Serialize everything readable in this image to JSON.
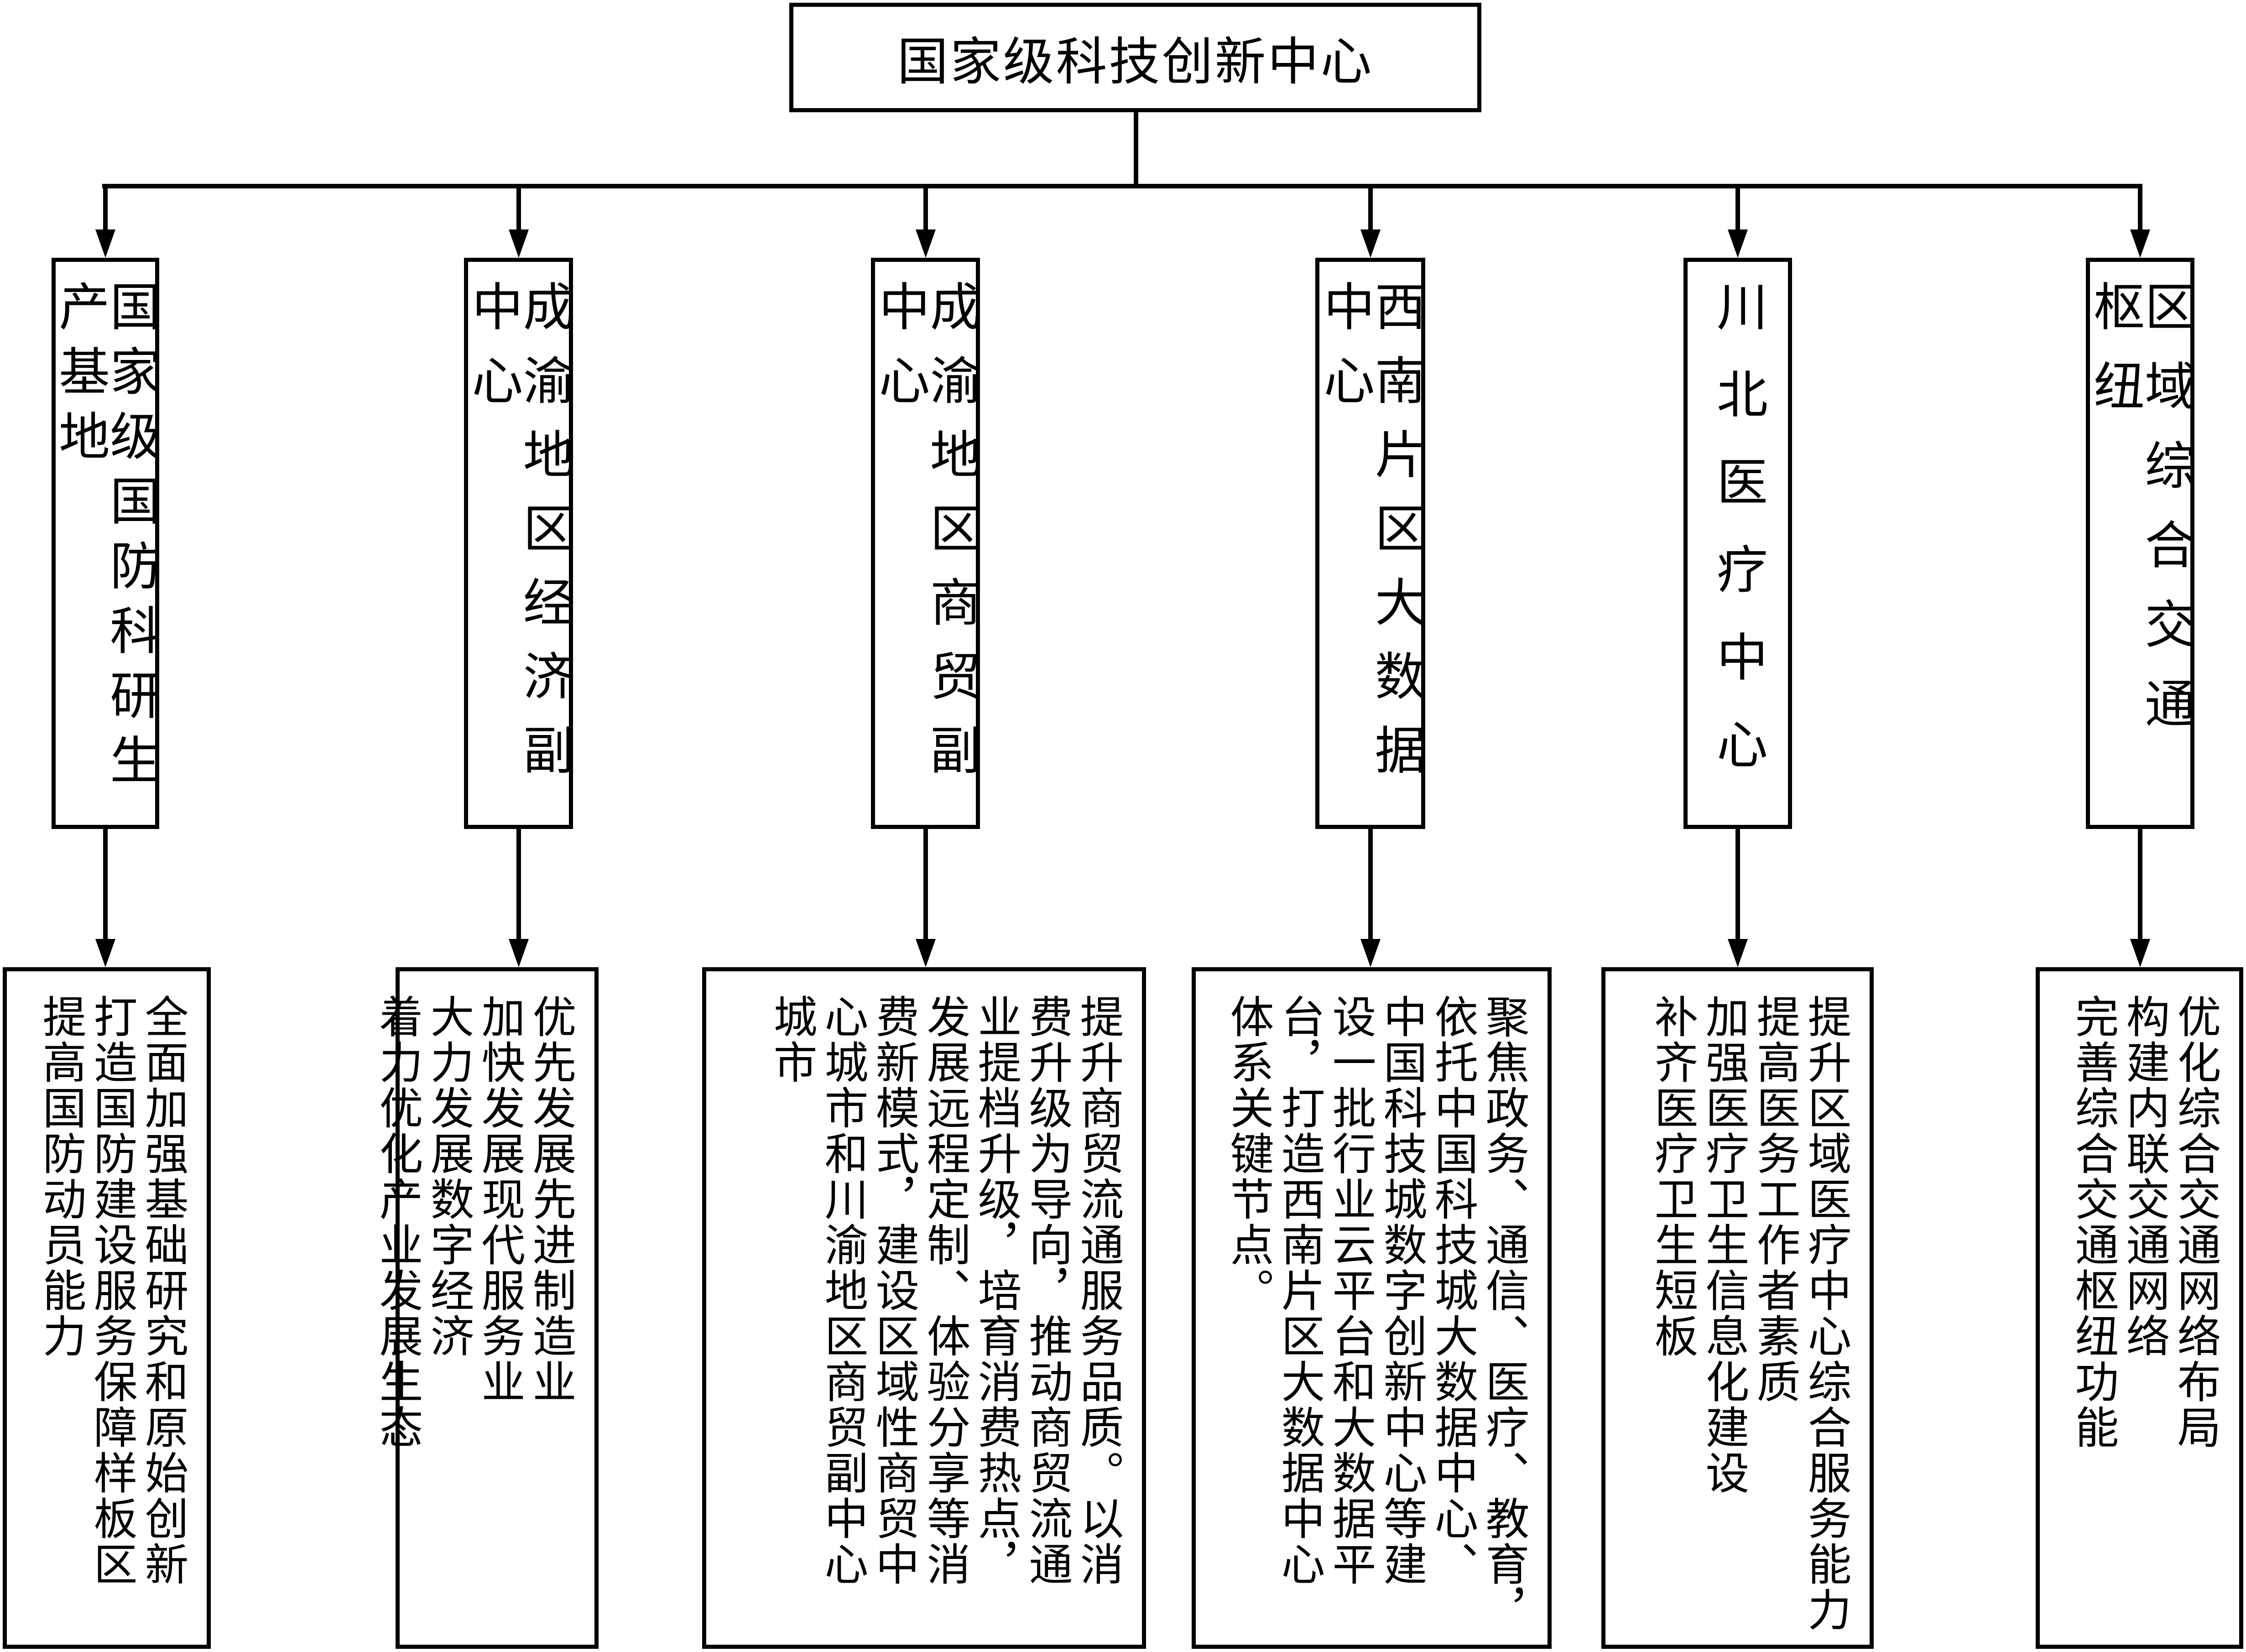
{
  "root": {
    "title": "国家级科技创新中心"
  },
  "centers": [
    {
      "title": "国家级国防科研生产基地",
      "details": [
        "全面加强基础研究和原始创新",
        "打造国防建设服务保障样板区",
        "提高国防动员能力"
      ]
    },
    {
      "title": "成渝地区经济副中心",
      "details": [
        "优先发展先进制造业",
        "加快发展现代服务业",
        "大力发展数字经济",
        "着力优化产业发展生态"
      ]
    },
    {
      "title": "成渝地区商贸副中心",
      "details": [
        "提升商贸流通服务品质。以消",
        "费升级为导向，推动商贸流通",
        "业提档升级，培育消费热点，",
        "发展远程定制、体验分享等消",
        "费新模式，建设区域性商贸中",
        "心城市和川渝地区商贸副中心",
        "城市"
      ]
    },
    {
      "title": "西南片区大数据中心",
      "details": [
        "聚焦政务、通信、医疗、教育，",
        "依托中国科技城大数据中心、",
        "中国科技城数字创新中心等建",
        "设一批行业云平台和大数据平",
        "台，打造西南片区大数据中心",
        "体系关键节点。"
      ]
    },
    {
      "title": "川北医疗中心",
      "details": [
        "提升区域医疗中心综合服务能力",
        "提高医务工作者素质",
        "加强医疗卫生信息化建设",
        "补齐医疗卫生短板"
      ]
    },
    {
      "title": "区域综合交通枢纽",
      "details": [
        "优化综合交通网络布局",
        "构建内联交通网络",
        "完善综合交通枢纽功能"
      ]
    }
  ]
}
